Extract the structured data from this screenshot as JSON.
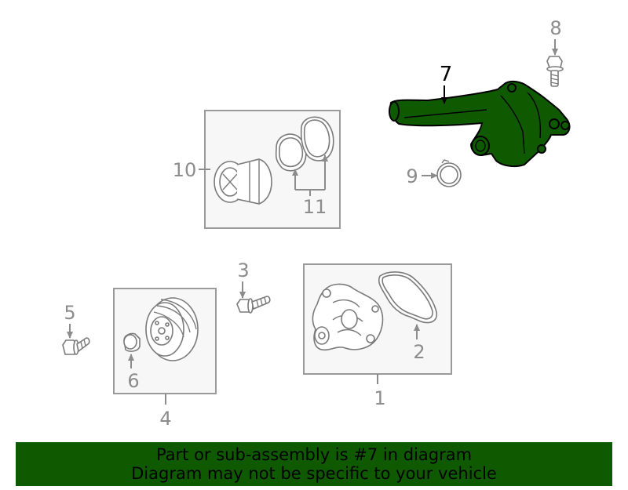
{
  "callouts": {
    "c1": "1",
    "c2": "2",
    "c3": "3",
    "c4": "4",
    "c5": "5",
    "c6": "6",
    "c7": "7",
    "c8": "8",
    "c9": "9",
    "c10": "10",
    "c11": "11"
  },
  "highlight_color": "#0f5a00",
  "banner": {
    "line1": "Part or sub-assembly is #7 in diagram",
    "line2": "Diagram may not be specific to your vehicle",
    "background": "#0f5a00"
  }
}
